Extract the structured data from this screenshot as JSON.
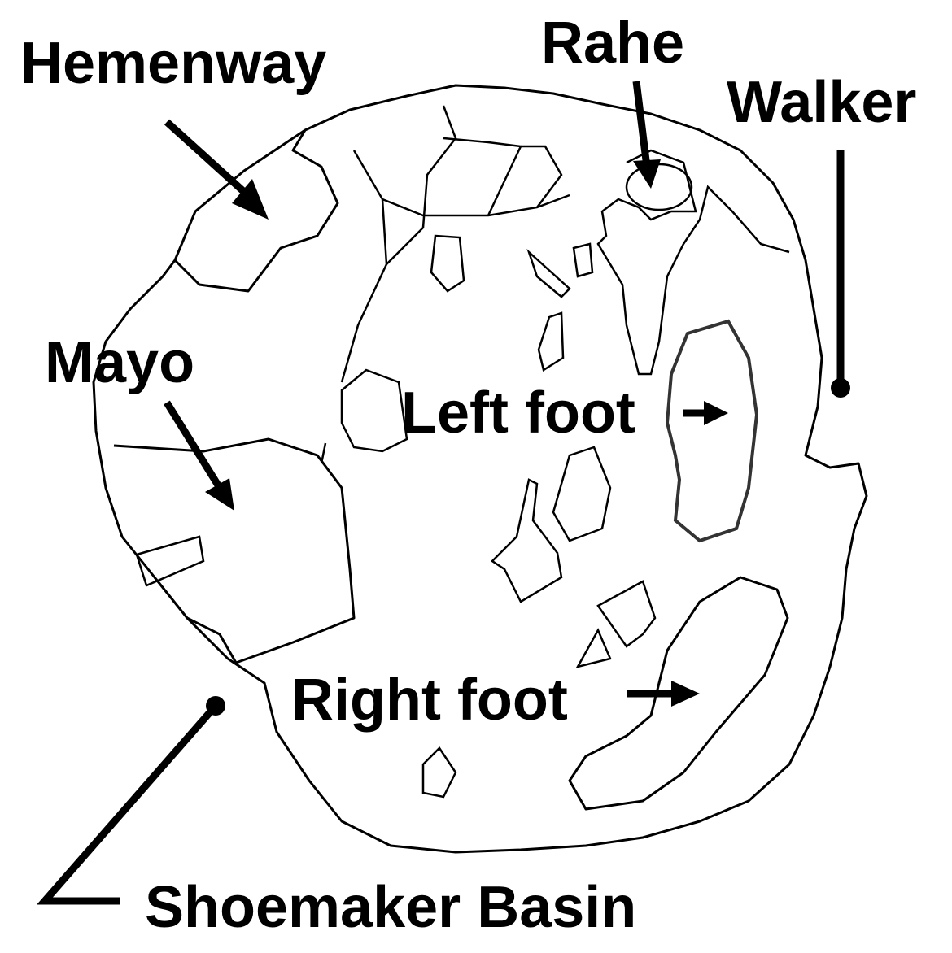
{
  "title": "Basin map",
  "labels": {
    "hemenway": "Hemenway",
    "rahe": "Rahe",
    "walker": "Walker",
    "mayo": "Mayo",
    "left_foot": "Left foot",
    "right_foot": "Right foot",
    "shoemaker": "Shoemaker Basin"
  },
  "colors": {
    "ink": "#000000",
    "background": "#ffffff"
  }
}
